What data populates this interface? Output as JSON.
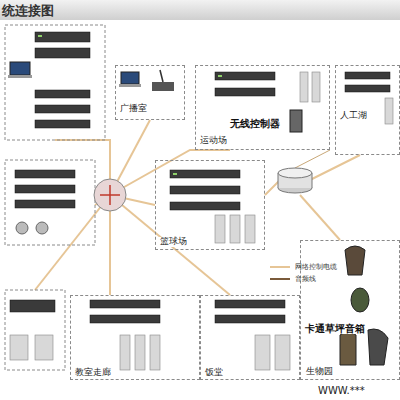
{
  "diagram": {
    "title": "统连接图",
    "nodes": [
      {
        "text": [
          "广播室"
        ]
      },
      {
        "text": [
          "运动场",
          "无线控制器"
        ]
      },
      {
        "text": [
          "人工湖"
        ]
      },
      {
        "text": [
          "篮球场"
        ]
      },
      {
        "text": [
          "教室走廊"
        ]
      },
      {
        "text": [
          "饭堂"
        ]
      },
      {
        "text": [
          "卡通草坪音箱",
          "生物园"
        ]
      }
    ],
    "labels": [
      "WWW.***"
    ],
    "legend": [
      {
        "text": "网络控制电缆"
      },
      {
        "text": "音频线"
      }
    ]
  }
}
